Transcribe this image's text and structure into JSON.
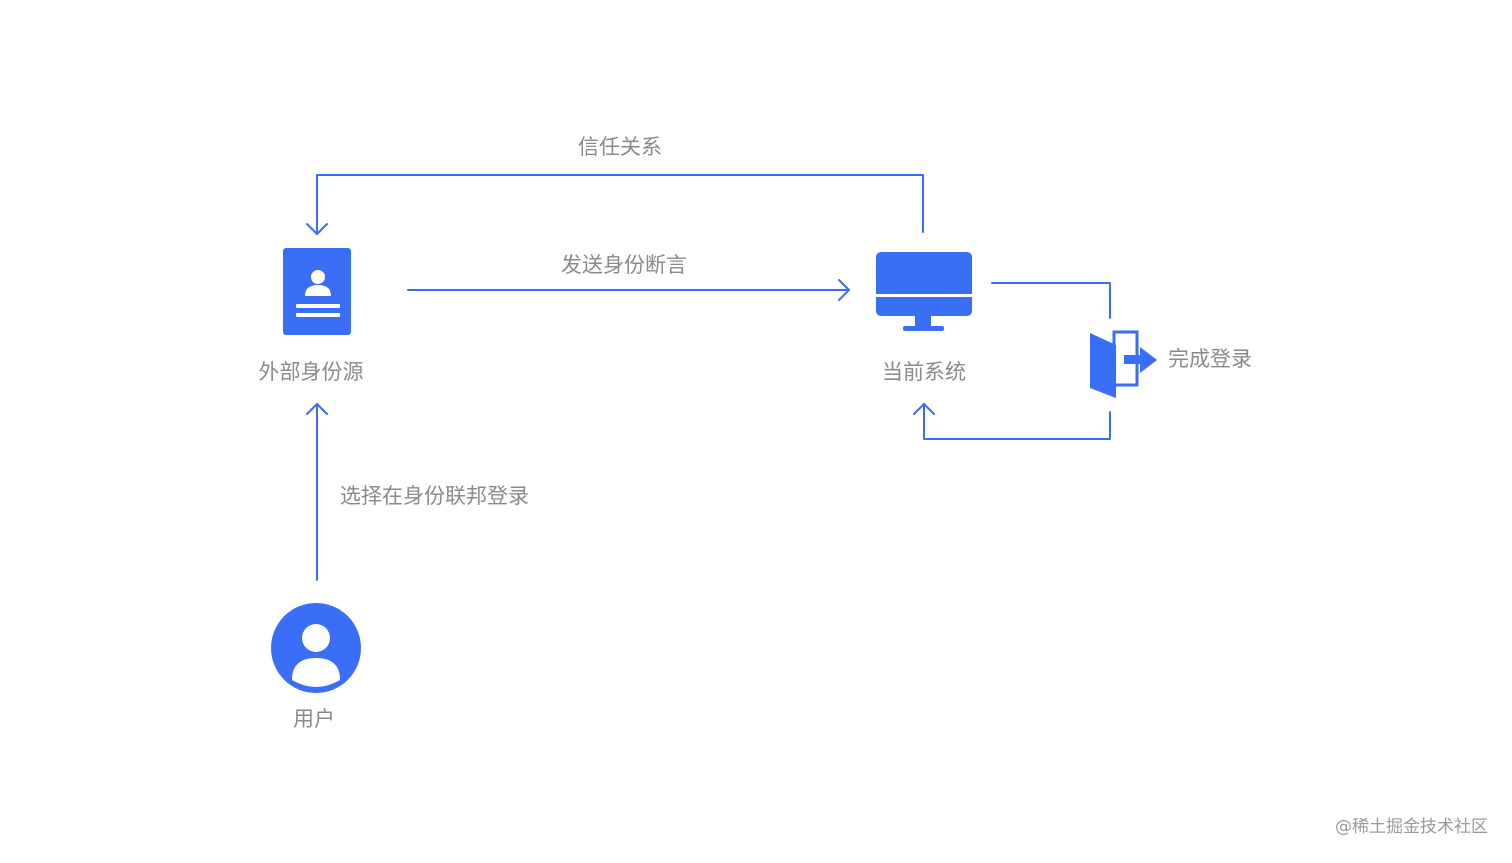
{
  "colors": {
    "accent": "#3b6ef6",
    "label_text": "#8a8a8a",
    "background": "#ffffff"
  },
  "nodes": {
    "idp": {
      "label": "外部身份源",
      "icon": "id-card-icon"
    },
    "system": {
      "label": "当前系统",
      "icon": "monitor-icon"
    },
    "user": {
      "label": "用户",
      "icon": "user-avatar-icon"
    },
    "complete": {
      "label": "完成登录",
      "icon": "door-exit-icon"
    }
  },
  "edges": {
    "trust": "信任关系",
    "send_assertion": "发送身份断言",
    "select_login": "选择在身份联邦登录"
  },
  "watermark": "@稀土掘金技术社区"
}
